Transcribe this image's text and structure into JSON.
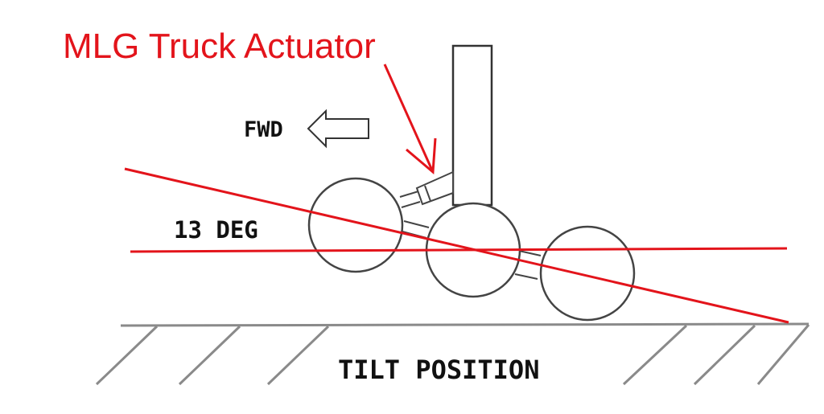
{
  "title": "MLG Truck Actuator",
  "labels": {
    "forward": "FWD",
    "angle": "13 DEG",
    "position": "TILT POSITION"
  },
  "colors": {
    "annotation": "#e3141b",
    "drawing": "#333333",
    "ground": "#888888"
  }
}
